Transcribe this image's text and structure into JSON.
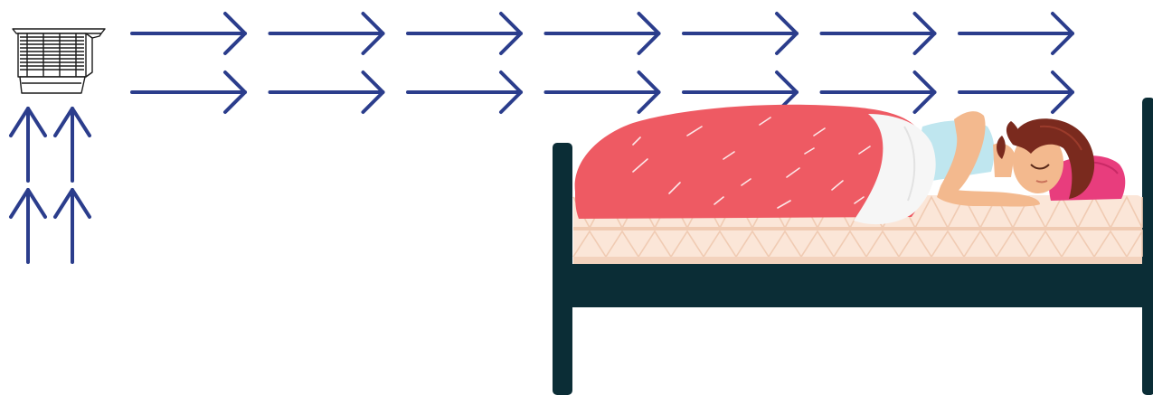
{
  "scene": {
    "air_conditioner": {
      "icon": "air-conditioner-icon",
      "color": "#1a1a1a"
    },
    "airflow": {
      "color": "#2b3d8c",
      "direction_horizontal": "right",
      "direction_vertical": "up",
      "horizontal_rows": 2,
      "horizontal_per_row": 7,
      "vertical_columns": 2,
      "vertical_per_column": 2
    },
    "bed": {
      "frame_color": "#0b2d36",
      "mattress_color": "#fbe6d8",
      "mattress_pattern_color": "#f0cbb3"
    },
    "sleeper": {
      "blanket_color": "#ee5a63",
      "blanket_fold_color": "#f6f6f6",
      "hair_color": "#7a2a1e",
      "skin_color": "#f3b98e",
      "pillow_color": "#e83d7d",
      "shirt_color": "#bfe6ef"
    }
  }
}
